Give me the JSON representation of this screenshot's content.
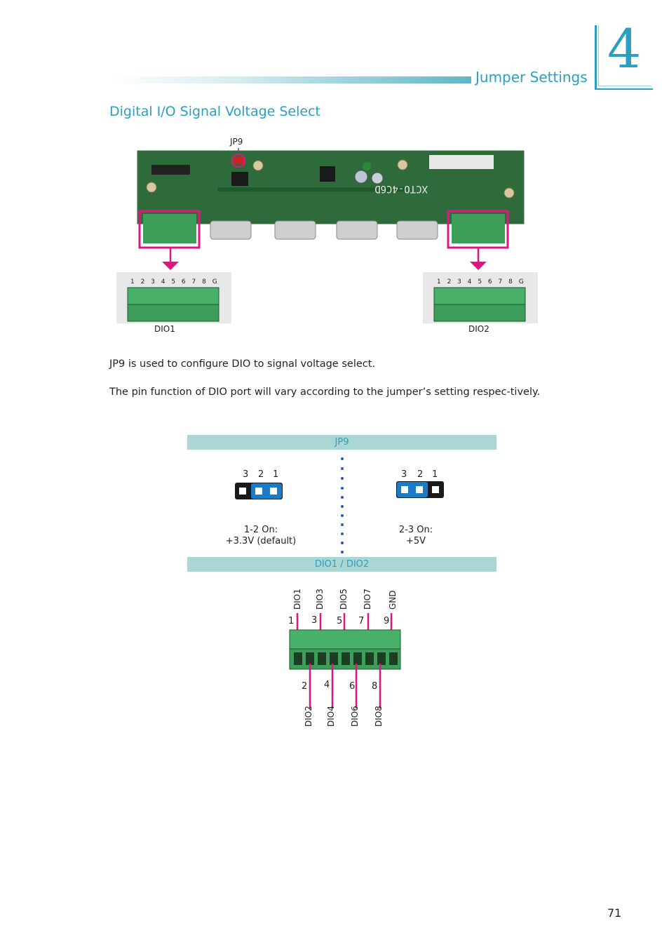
{
  "chapter": {
    "number": "4",
    "title": "Jumper Settings"
  },
  "section": {
    "title": "Digital I/O Signal Voltage Select"
  },
  "photo": {
    "jp9_label": "JP9",
    "board_text": "XCTO-4C6D",
    "connector_numbers": "1 2 3 4 5 6 7 8 G",
    "dio1_label": "DIO1",
    "dio2_label": "DIO2"
  },
  "paragraphs": [
    "JP9 is used to configure DIO to signal voltage select.",
    "The pin function of DIO port will vary according to the jumper’s setting respec-tively."
  ],
  "table": {
    "header": "JP9",
    "left": {
      "pins": [
        "3",
        "2",
        "1"
      ],
      "caption_line1": "1-2 On:",
      "caption_line2": "+3.3V (default)"
    },
    "right": {
      "pins": [
        "3",
        "2",
        "1"
      ],
      "caption_line1": "2-3 On:",
      "caption_line2": "+5V"
    },
    "footer": "DIO1 / DIO2"
  },
  "pinout": {
    "top_labels": [
      "DIO1",
      "DIO3",
      "DIO5",
      "DIO7",
      "GND"
    ],
    "top_numbers": [
      "1",
      "3",
      "5",
      "7",
      "9"
    ],
    "bottom_numbers": [
      "2",
      "4",
      "6",
      "8"
    ],
    "bottom_labels": [
      "DIO2",
      "DIO4",
      "DIO6",
      "DIO8"
    ]
  },
  "page_number": "71",
  "colors": {
    "accent": "#2aa0c0",
    "highlight": "#e0157f",
    "band": "#aad6d4",
    "jumper_blue": "#1a7cc8",
    "pcb_green": "#2f6b3a"
  }
}
